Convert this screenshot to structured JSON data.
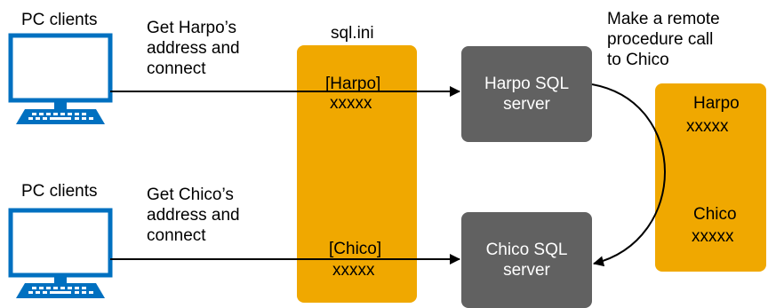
{
  "diagram": {
    "pc_label_top": "PC clients",
    "pc_label_bottom": "PC clients",
    "get_harpo_text": "Get Harpo’s\naddress and\nconnect",
    "get_chico_text": "Get Chico’s\naddress and\nconnect",
    "sql_ini": {
      "title": "sql.ini",
      "harpo_entry": "[Harpo]",
      "harpo_value": "xxxxx",
      "chico_entry": "[Chico]",
      "chico_value": "xxxxx"
    },
    "harpo_server": "Harpo SQL\nserver",
    "chico_server": "Chico SQL\nserver",
    "rpc_text": "Make a remote\nprocedure call\nto Chico",
    "remote_interfaces": {
      "harpo_label": "Harpo",
      "harpo_value": "xxxxx",
      "chico_label": "Chico",
      "chico_value": "xxxxx"
    }
  },
  "colors": {
    "ini_box": "#f0a800",
    "server_box": "#616161",
    "computer_icon": "#0070c0",
    "arrow": "#000000"
  }
}
